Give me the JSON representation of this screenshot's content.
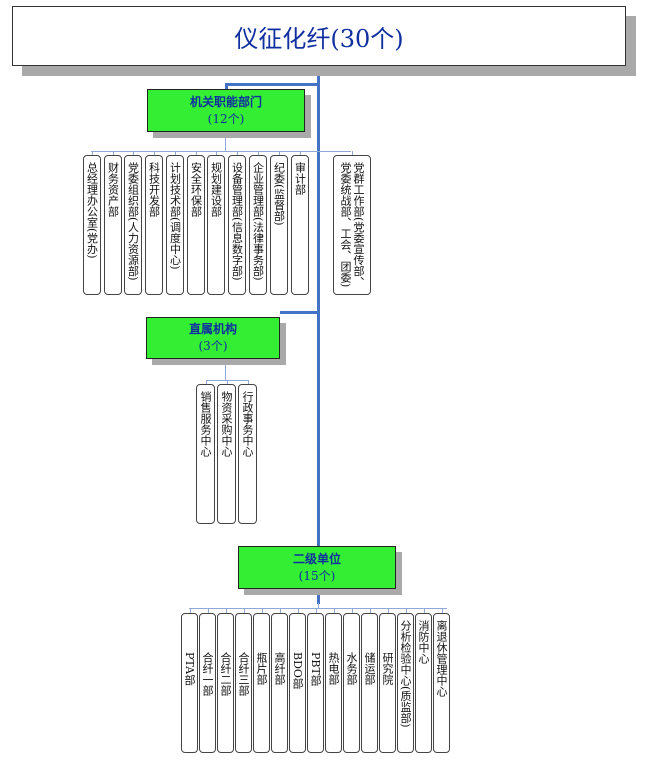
{
  "title": "仪征化纤(30个)",
  "groups": {
    "functional": {
      "name": "机关职能部门",
      "count": "(12个)",
      "units": [
        "总经理办公室(党办)",
        "财务资产部",
        "党委组织部(人力资源部)",
        "科技开发部",
        "计划技术部(调度中心)",
        "安全环保部",
        "规划建设部",
        "设备管理部(信息数字部)",
        "企业管理部(法律事务部)",
        "纪委(监督部)",
        "审计部",
        "党群工作部(党委宣传部、党委统战部、工会、团委)"
      ]
    },
    "direct": {
      "name": "直属机构",
      "count": "(3个)",
      "units": [
        "销售服务中心",
        "物资采购中心",
        "行政事务中心"
      ]
    },
    "secondary": {
      "name": "二级单位",
      "count": "(15个)",
      "units": [
        "PTA部",
        "合纤一部",
        "合纤二部",
        "合纤三部",
        "瓶片部",
        "高纤部",
        "BDO部",
        "PBT部",
        "热电部",
        "水务部",
        "储运部",
        "研究院",
        "分析检验中心(质监部)",
        "消防中心",
        "离退休管理中心"
      ]
    }
  }
}
